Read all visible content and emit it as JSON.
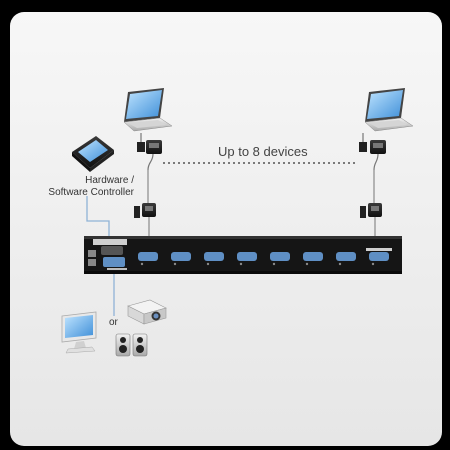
{
  "diagram": {
    "devices_label": "Up to 8 devices",
    "controller_label_line1": "Hardware /",
    "controller_label_line2": "Software Controller",
    "or_label": "or",
    "port_count": 8
  },
  "colors": {
    "background_outer": "#000000",
    "panel_fill": "#ebebeb",
    "switch_body": "#1c1c1c",
    "vga_port": "#5f8fc4",
    "cable": "#8a8a8a"
  },
  "icons": [
    "laptop-icon",
    "adapter-icon",
    "controller-tablet-icon",
    "kvm-switch-icon",
    "monitor-icon",
    "projector-icon",
    "speakers-icon"
  ]
}
